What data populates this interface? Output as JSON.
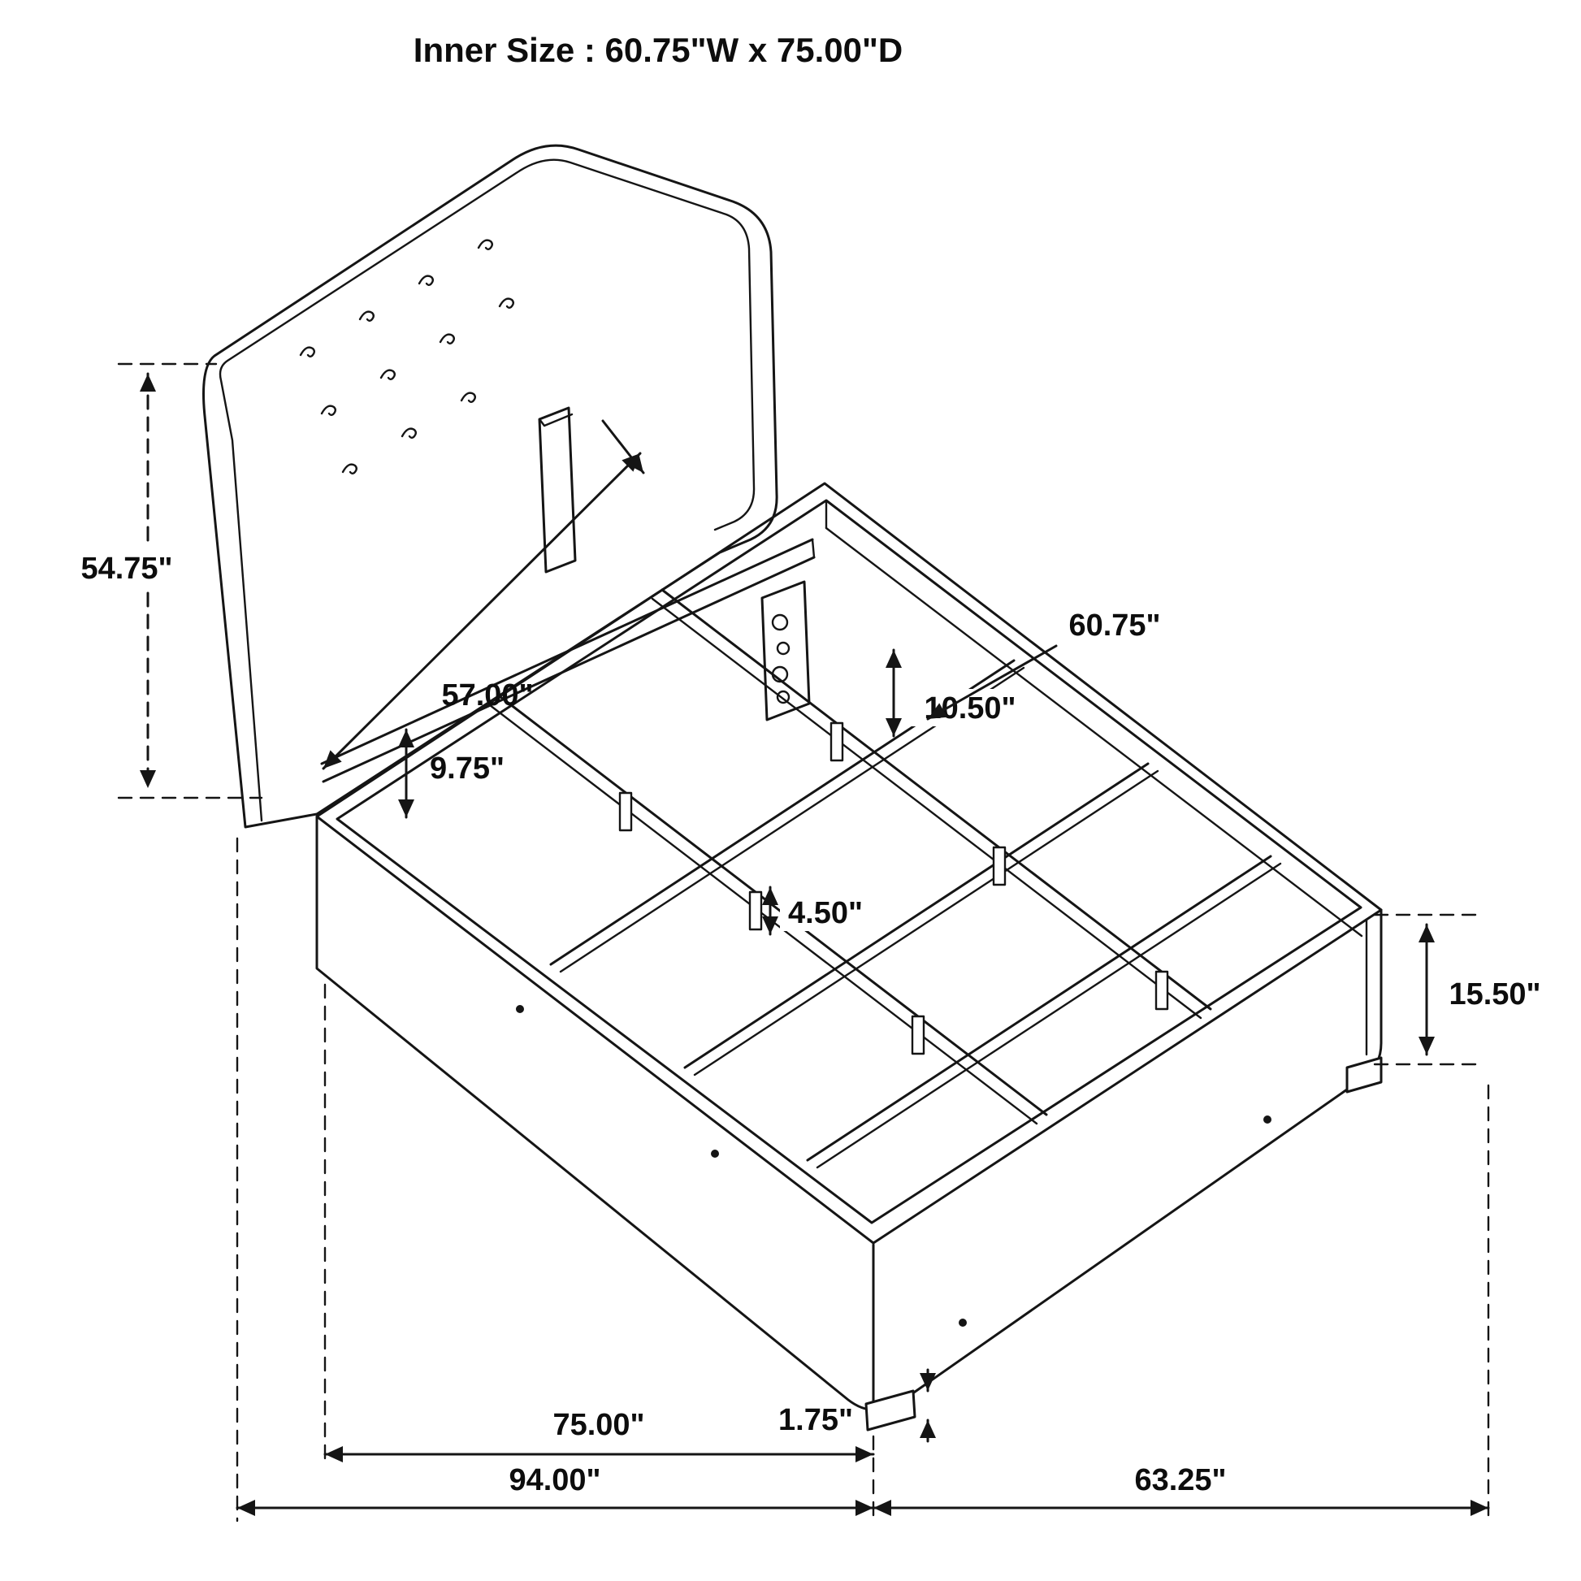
{
  "title": "Inner Size : 60.75\"W x 75.00\"D",
  "diagram_type": "furniture dimension drawing",
  "subject": "upholstered wingback platform bed frame with slats",
  "dimensions": {
    "headboard_height": "54.75\"",
    "headboard_inner_width": "57.00\"",
    "rail_clearance": "9.75\"",
    "side_rail_height": "10.50\"",
    "slat_length": "60.75\"",
    "support_leg_height": "4.50\"",
    "platform_height": "15.50\"",
    "foot_height": "1.75\"",
    "inner_depth": "75.00\"",
    "overall_depth": "94.00\"",
    "overall_width": "63.25\""
  }
}
